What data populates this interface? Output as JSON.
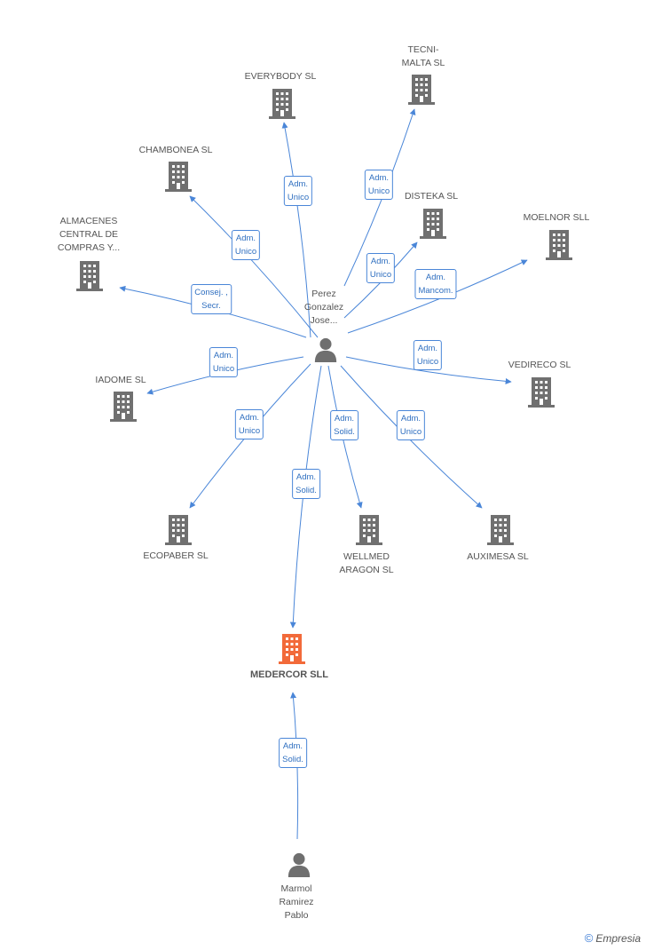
{
  "colors": {
    "building": "#707070",
    "building_main": "#f26a3a",
    "edge": "#4a86d8",
    "person": "#6f6f6f"
  },
  "center_person": "Perez\nGonzalez\nJose...",
  "bottom_person": "Marmol\nRamirez\nPablo",
  "main_company": "MEDERCOR SLL",
  "companies": [
    "EVERYBODY SL",
    "TECNI-\nMALTA SL",
    "CHAMBONEA SL",
    "DISTEKA SL",
    "MOELNOR SLL",
    "ALMACENES\nCENTRAL DE\nCOMPRAS Y...",
    "IADOME  SL",
    "VEDIRECO SL",
    "ECOPABER SL",
    "WELLMED\nARAGON  SL",
    "AUXIMESA SL"
  ],
  "roles": [
    "Adm.\nUnico",
    "Adm.\nUnico",
    "Adm.\nUnico",
    "Adm.\nUnico",
    "Adm.\nMancom.",
    "Consej. ,\nSecr.",
    "Adm.\nUnico",
    "Adm.\nUnico",
    "Adm.\nUnico",
    "Adm.\nSolid.",
    "Adm.\nUnico",
    "Adm.\nSolid.",
    "Adm.\nSolid."
  ],
  "brand": {
    "symbol": "©",
    "name": "Empresia"
  }
}
